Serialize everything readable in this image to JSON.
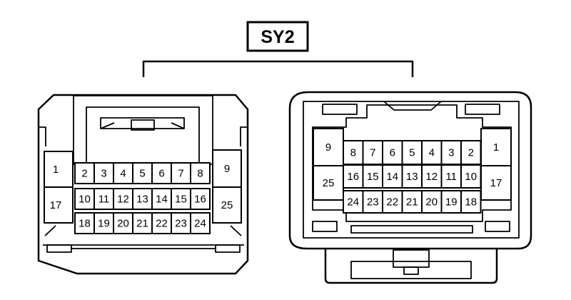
{
  "connector": {
    "title": "SY2"
  },
  "left_connector": {
    "pins": [
      "1",
      "2",
      "3",
      "4",
      "5",
      "6",
      "7",
      "8",
      "9",
      "10",
      "11",
      "12",
      "13",
      "14",
      "15",
      "16",
      "17",
      "18",
      "19",
      "20",
      "21",
      "22",
      "23",
      "24",
      "25"
    ]
  },
  "right_connector": {
    "pins": [
      "1",
      "2",
      "3",
      "4",
      "5",
      "6",
      "7",
      "8",
      "9",
      "10",
      "11",
      "12",
      "13",
      "14",
      "15",
      "16",
      "17",
      "18",
      "19",
      "20",
      "21",
      "22",
      "23",
      "24",
      "25"
    ]
  }
}
